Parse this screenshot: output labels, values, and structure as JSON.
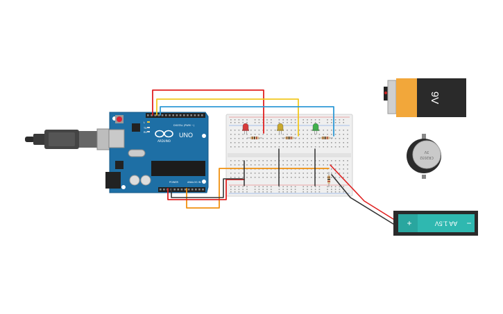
{
  "arduino": {
    "brand": "UNO",
    "logo_text": "ARDUINO",
    "digital_label": "DIGITAL (PWM ~)",
    "power_label": "POWER",
    "analog_label": "ANALOG IN",
    "led_label": "L",
    "tx_label": "TX",
    "rx_label": "RX"
  },
  "battery_9v": {
    "label": "9V"
  },
  "coin_cell": {
    "label": "CR2032",
    "sublabel": "3V"
  },
  "battery_aa": {
    "label": "AA 1.5V",
    "plus": "+",
    "minus": "−"
  },
  "colors": {
    "board": "#1e6fa5",
    "breadboard": "#efefef",
    "wire_red": "#e02020",
    "wire_yellow": "#f2c81f",
    "wire_blue": "#2f9ad6",
    "wire_orange": "#f0900e",
    "wire_black": "#333333",
    "led_red": "#d73a3a",
    "led_yellow": "#c9a92e",
    "led_green": "#3fb04b",
    "battery_9v_body": "#2a2a2a",
    "battery_9v_label": "#f2a73a",
    "battery_aa_body": "#2fb8b0"
  },
  "leds": [
    "red",
    "yellow",
    "green"
  ]
}
